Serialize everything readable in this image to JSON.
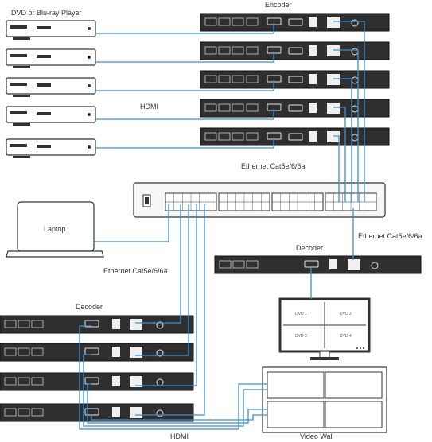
{
  "labels": {
    "player": "DVD or Blu-ray Player",
    "encoder": "Encoder",
    "hdmi_top": "HDMI",
    "ethernet_top": "Ethernet Cat5e/6/6a",
    "laptop": "Laptop",
    "ethernet_right": "Ethernet Cat5e/6/6a",
    "decoder_right": "Decoder",
    "ethernet_left": "Ethernet Cat5e/6/6a",
    "decoder_left": "Decoder",
    "hdmi_bottom": "HDMI",
    "video_wall": "Video Wall"
  },
  "monitor_quadrants": [
    "DVD 1",
    "DVD 2",
    "DVD 3",
    "DVD 4"
  ],
  "colors": {
    "cable": "#3d8fd0",
    "device_dark": "#2f2f2f",
    "device_outline": "#333333",
    "label": "#333333"
  }
}
